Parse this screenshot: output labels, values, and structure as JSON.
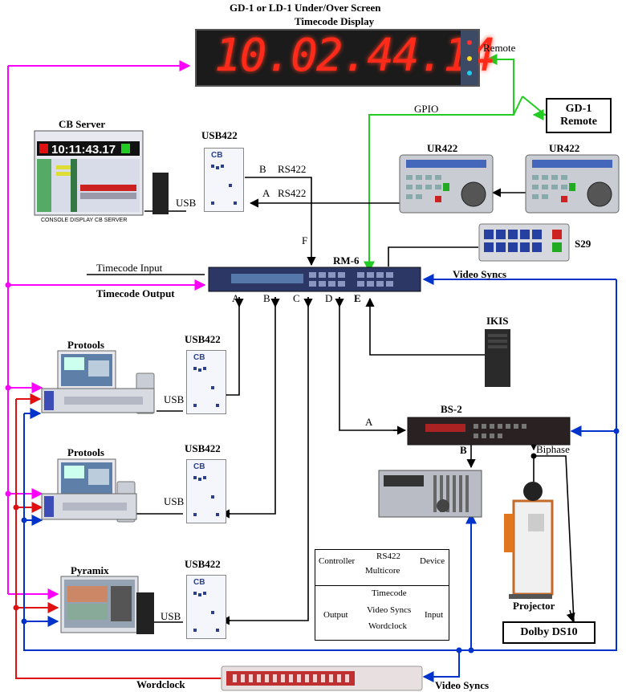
{
  "display": {
    "title1": "GD-1 or LD-1 Under/Over Screen",
    "title2": "Timecode Display",
    "digits": "10.02.44.14",
    "remote_label": "Remote",
    "gpio_label": "GPIO"
  },
  "gd1_remote": {
    "line1": "GD-1",
    "line2": "Remote"
  },
  "cb_server": {
    "title": "CB Server",
    "clock": "10:11:43.17",
    "caption": "CONSOLE DISPLAY CB SERVER",
    "usb": "USB"
  },
  "usb422_top": {
    "title": "USB422",
    "b_label": "B",
    "b_proto": "RS422",
    "a_label": "A",
    "a_proto": "RS422"
  },
  "ur422": {
    "left": "UR422",
    "right": "UR422"
  },
  "s29": {
    "label": "S29"
  },
  "rm6": {
    "title": "RM-6",
    "f_label": "F",
    "timecode_input": "Timecode Input",
    "timecode_output": "Timecode Output",
    "video_syncs": "Video Syncs",
    "ports": [
      "A",
      "B",
      "C",
      "D",
      "E"
    ]
  },
  "ikis": {
    "label": "IKIS"
  },
  "protools1": {
    "title": "Protools",
    "usb": "USB",
    "usb422": "USB422"
  },
  "protools2": {
    "title": "Protools",
    "usb": "USB",
    "usb422": "USB422"
  },
  "pyramix": {
    "title": "Pyramix",
    "usb": "USB",
    "usb422": "USB422"
  },
  "bs2": {
    "title": "BS-2",
    "a_label": "A",
    "b_label": "B",
    "biphase": "Biphase"
  },
  "projector": {
    "label": "Projector"
  },
  "dolby": {
    "label": "Dolby DS10"
  },
  "bottom": {
    "wordclock": "Wordclock",
    "video_syncs": "Video Syncs"
  },
  "legend": {
    "controller": "Controller",
    "rs422": "RS422",
    "device": "Device",
    "multicore": "Multicore",
    "output": "Output",
    "input": "Input",
    "timecode": "Timecode",
    "video_syncs": "Video Syncs",
    "wordclock": "Wordclock"
  },
  "colors": {
    "timecode": "#ff00ff",
    "video_syncs": "#0033cc",
    "wordclock": "#e01010",
    "multicore": "#22cc22",
    "rs422": "#000000"
  }
}
